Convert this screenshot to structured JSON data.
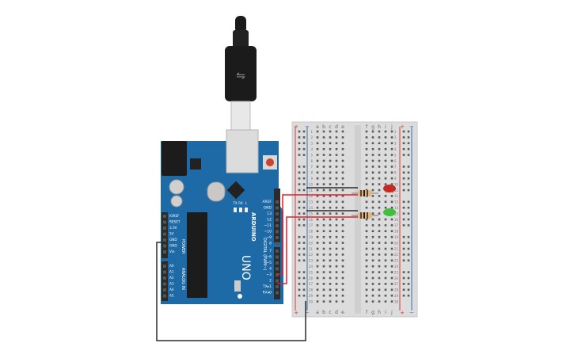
{
  "colors": {
    "board": "#1e6aa6",
    "board_dark": "#13507f",
    "header": "#2b2b2b",
    "breadboard": "#dcdcdc",
    "rail_red": "#d9413a",
    "rail_blue": "#3a6fb0",
    "wire_red": "#d9242c",
    "wire_black": "#2b2b2b",
    "led_red": "#c8281f",
    "led_green": "#3fbf3a",
    "usb_plug": "#1b1b1b"
  },
  "arduino": {
    "brand": "ARDUINO",
    "model": "UNO",
    "digital_label": "DIGITAL (PWM~)",
    "power_label": "POWER",
    "analog_label": "ANALOG IN",
    "top_pins": [
      "AREF",
      "GND",
      "13",
      "12",
      "~11",
      "~10",
      "~9",
      "8"
    ],
    "bottom_pins": [
      "7",
      "~6",
      "~5",
      "4",
      "~3",
      "2",
      "TX▸1",
      "RX◂0"
    ],
    "power_pins": [
      "IOREF",
      "RESET",
      "3.3V",
      "5V",
      "GND",
      "GND",
      "Vin"
    ],
    "analog_pins": [
      "A0",
      "A1",
      "A2",
      "A3",
      "A4",
      "A5"
    ],
    "small_labels": [
      "TX",
      "RX",
      "L"
    ]
  },
  "breadboard": {
    "columns_left": [
      "a",
      "b",
      "c",
      "d",
      "e"
    ],
    "columns_right": [
      "f",
      "g",
      "h",
      "i",
      "j"
    ],
    "rows": [
      "1",
      "2",
      "3",
      "4",
      "5",
      "6",
      "7",
      "8",
      "9",
      "10",
      "11",
      "12",
      "13",
      "14",
      "15",
      "16",
      "17",
      "18",
      "19",
      "20",
      "21",
      "22",
      "23",
      "24",
      "25",
      "26",
      "27",
      "28",
      "29",
      "30"
    ],
    "rail_plus": "+",
    "rail_minus": "−"
  },
  "components": {
    "usb": "usb-cable",
    "leds": [
      "red-led",
      "green-led"
    ],
    "resistors": [
      "resistor-1",
      "resistor-2"
    ]
  }
}
